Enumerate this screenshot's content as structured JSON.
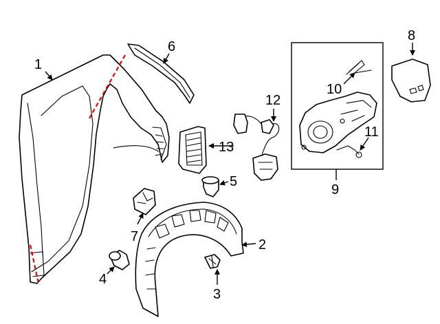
{
  "callouts": {
    "c1": "1",
    "c2": "2",
    "c3": "3",
    "c4": "4",
    "c5": "5",
    "c6": "6",
    "c7": "7",
    "c8": "8",
    "c9": "9",
    "c10": "10",
    "c11": "11",
    "c12": "12",
    "c13": "13"
  },
  "colors": {
    "line": "#000000",
    "cut_line": "#e00000",
    "background": "#ffffff"
  }
}
